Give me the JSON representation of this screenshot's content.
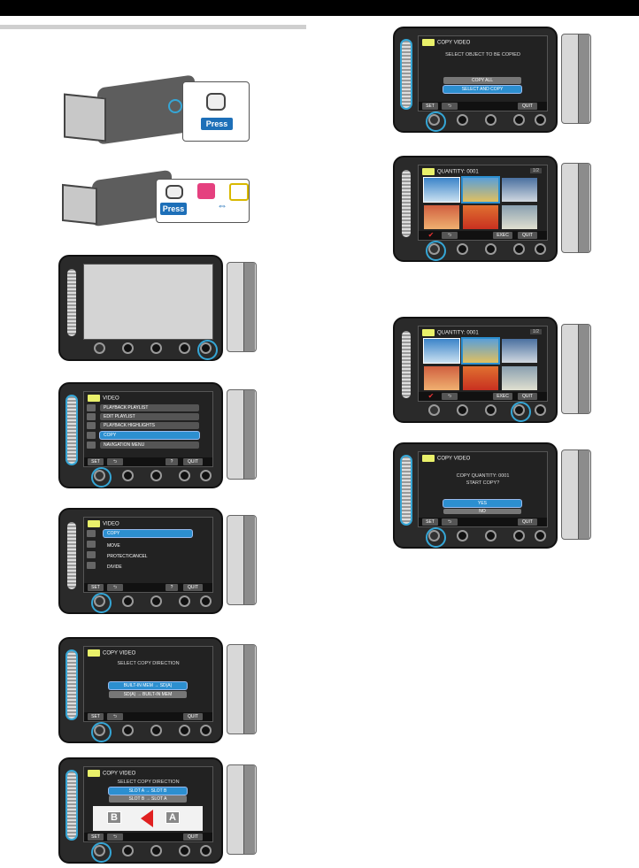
{
  "panels": {
    "menu1": {
      "header": "VIDEO",
      "items": [
        "PLAYBACK PLAYLIST",
        "EDIT PLAYLIST",
        "PLAYBACK HIGHLIGHTS",
        "COPY",
        "NAVIGATION MENU"
      ],
      "selected_index": 3,
      "set": "SET",
      "help": "?",
      "quit": "QUIT"
    },
    "menu2": {
      "header": "VIDEO",
      "items": [
        "COPY",
        "MOVE",
        "PROTECT/CANCEL",
        "DIVIDE"
      ],
      "selected_index": 0,
      "set": "SET",
      "help": "?",
      "quit": "QUIT"
    },
    "direction1": {
      "header": "COPY VIDEO",
      "message": "SELECT COPY DIRECTION",
      "options": [
        "BUILT-IN MEM → SD(A)",
        "SD(A) → BUILT-IN MEM"
      ],
      "set": "SET",
      "quit": "QUIT"
    },
    "direction2": {
      "header": "COPY VIDEO",
      "message": "SELECT COPY DIRECTION",
      "options": [
        "SLOT A → SLOT B",
        "SLOT B → SLOT A"
      ],
      "slot_b": "B",
      "slot_a": "A",
      "set": "SET",
      "quit": "QUIT"
    },
    "object": {
      "header": "COPY VIDEO",
      "message": "SELECT OBJECT TO BE COPIED",
      "options": [
        "COPY ALL",
        "SELECT AND COPY"
      ],
      "set": "SET",
      "quit": "QUIT"
    },
    "quantity1": {
      "header": "QUANTITY: 0001",
      "page": "1/2",
      "exec": "EXEC",
      "quit": "QUIT"
    },
    "quantity2": {
      "header": "QUANTITY: 0001",
      "page": "1/2",
      "exec": "EXEC",
      "quit": "QUIT"
    },
    "confirm": {
      "header": "COPY VIDEO",
      "line1": "COPY QUANTITY: 0001",
      "line2": "START COPY?",
      "options": [
        "YES",
        "NO"
      ],
      "set": "SET",
      "quit": "QUIT"
    }
  },
  "press_label": "Press",
  "colors": {
    "accent": "#35a6d6",
    "selection": "#2c8fd0",
    "header_icon": "#e9f06a"
  }
}
